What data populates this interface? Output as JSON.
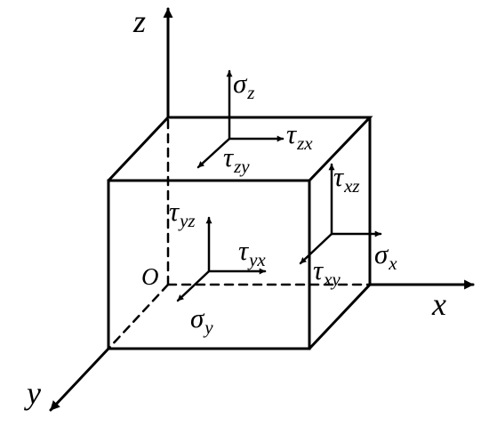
{
  "axes": {
    "x": "x",
    "y": "y",
    "z": "z",
    "origin": "O"
  },
  "stresses": {
    "sigma_z": {
      "symbol": "σ",
      "sub": "z"
    },
    "tau_zx": {
      "symbol": "τ",
      "sub": "zx"
    },
    "tau_zy": {
      "symbol": "τ",
      "sub": "zy"
    },
    "tau_xz": {
      "symbol": "τ",
      "sub": "xz"
    },
    "sigma_x": {
      "symbol": "σ",
      "sub": "x"
    },
    "tau_xy": {
      "symbol": "τ",
      "sub": "xy"
    },
    "tau_yz": {
      "symbol": "τ",
      "sub": "yz"
    },
    "tau_yx": {
      "symbol": "τ",
      "sub": "yx"
    },
    "sigma_y": {
      "symbol": "σ",
      "sub": "y"
    }
  },
  "colors": {
    "stroke": "#000000",
    "background": "#ffffff"
  }
}
